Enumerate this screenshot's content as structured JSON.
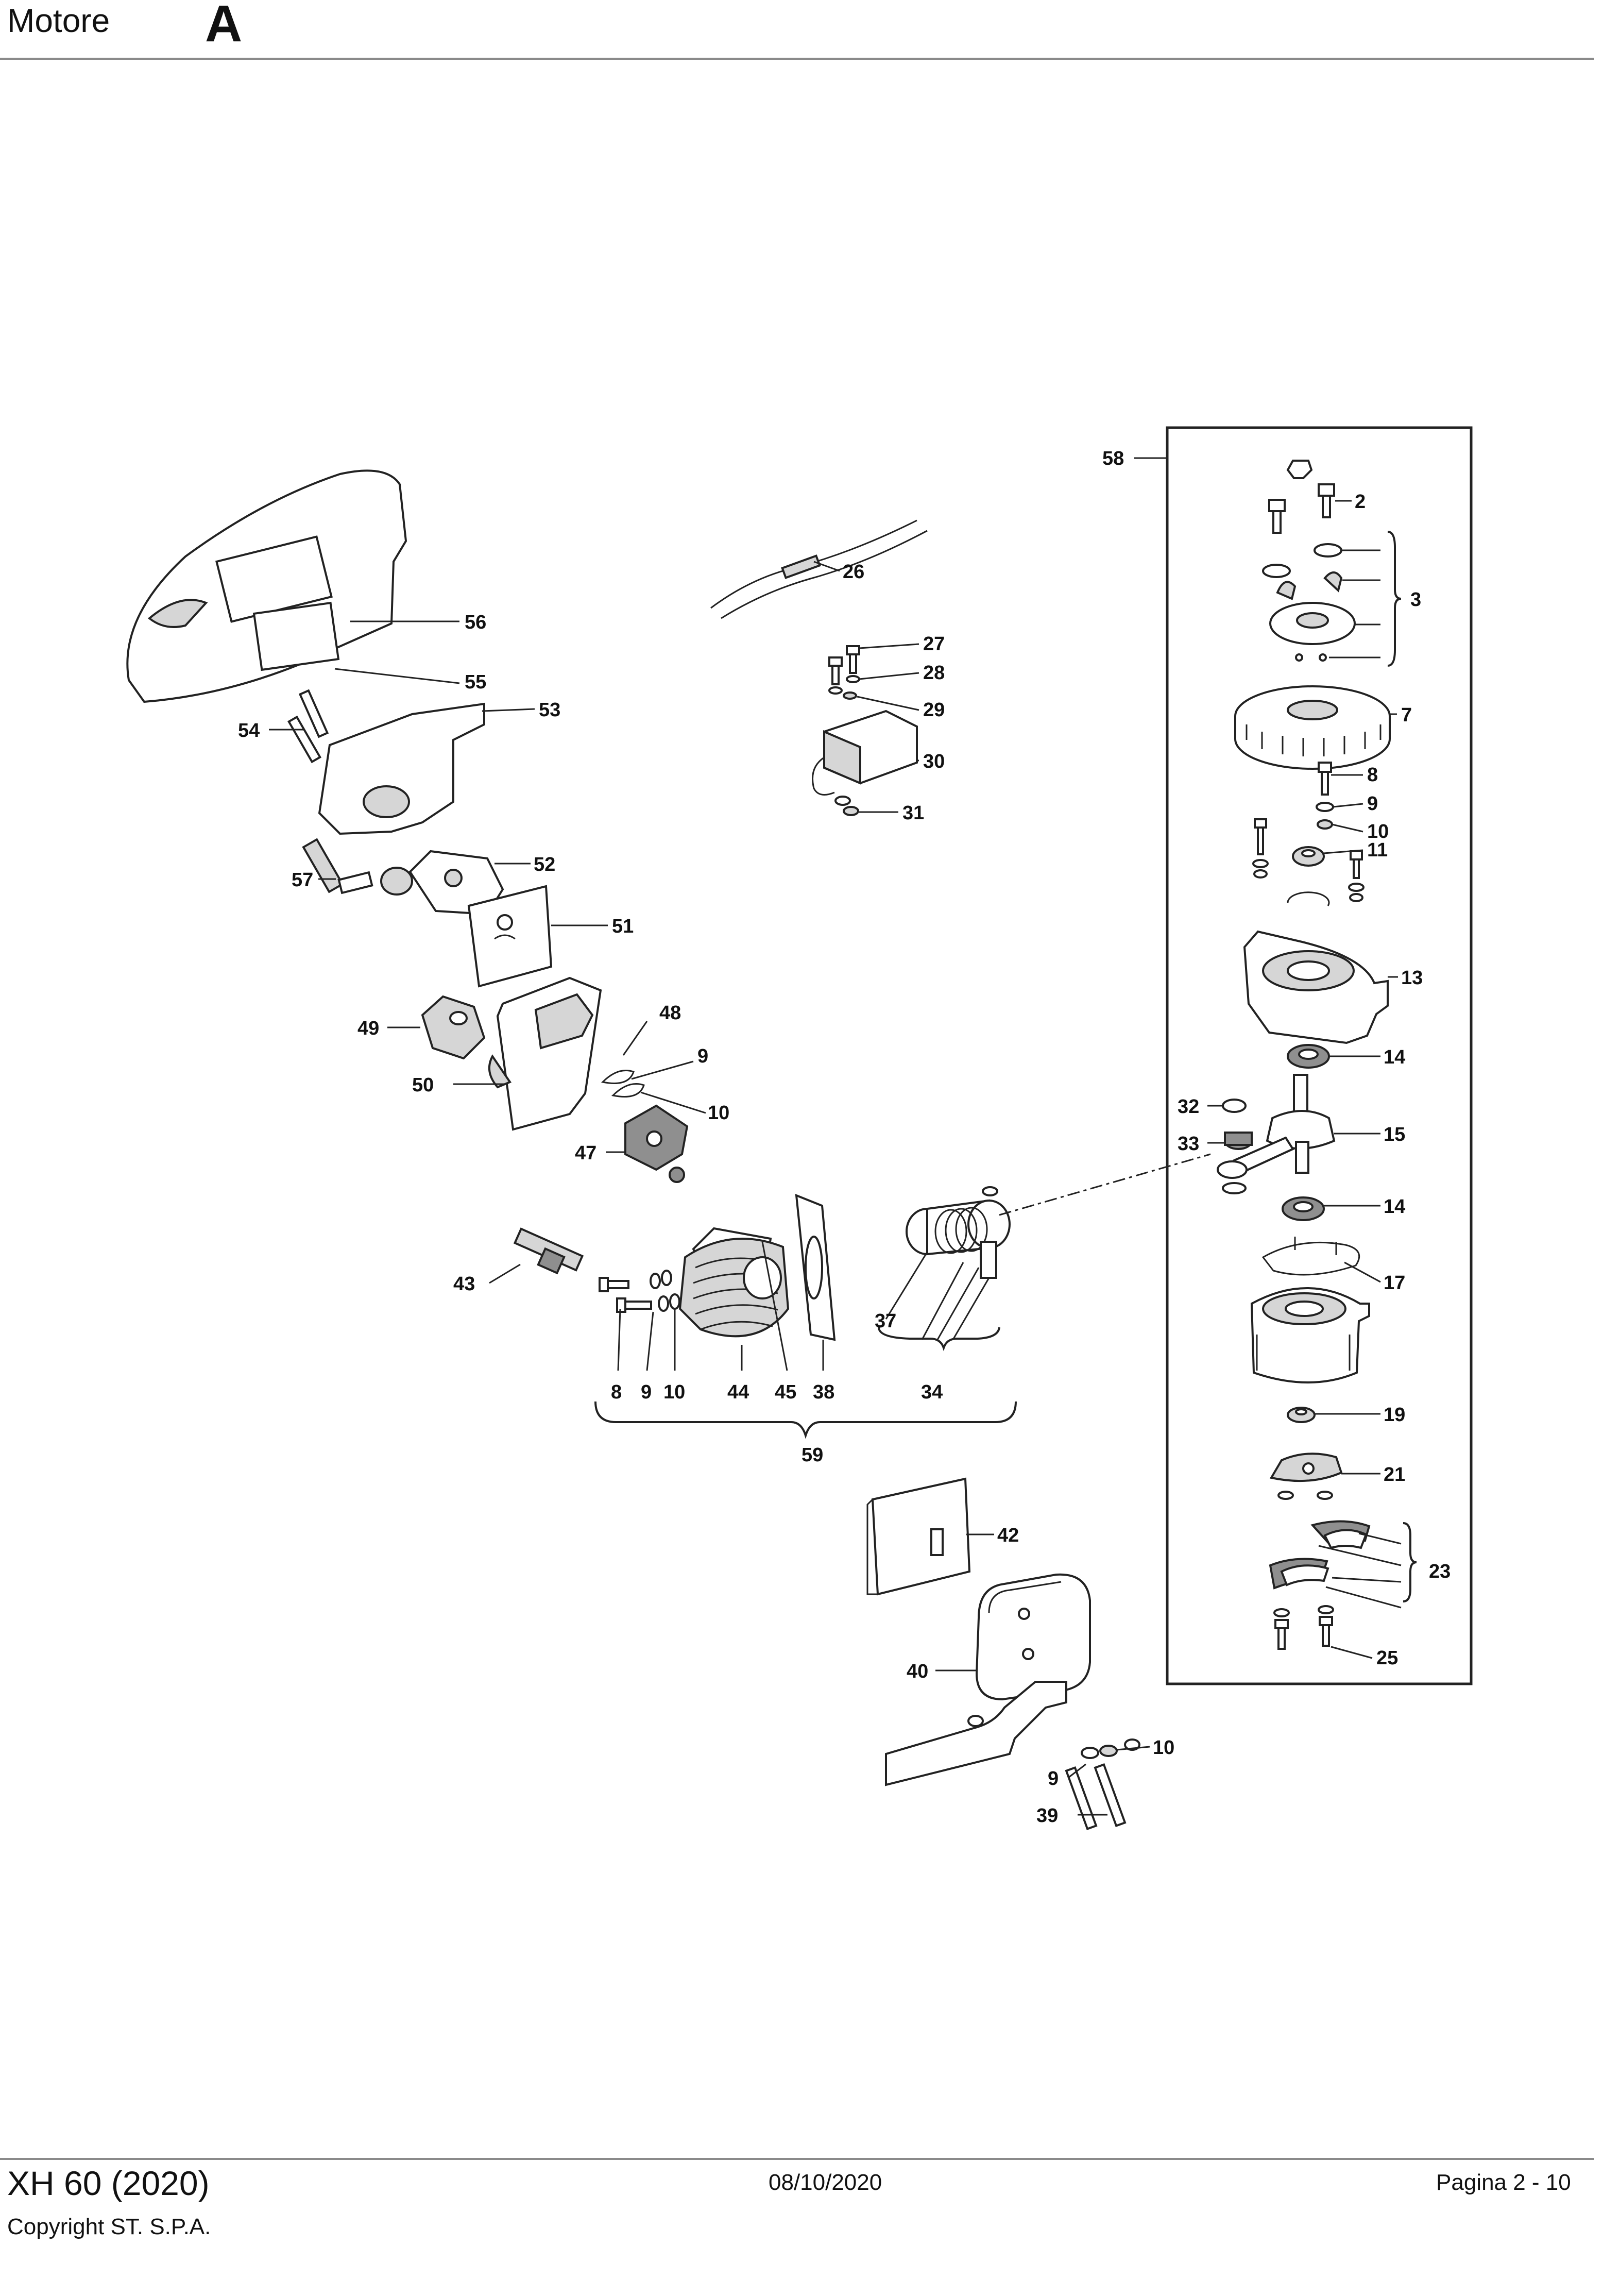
{
  "header": {
    "title": "Motore",
    "section_letter": "A"
  },
  "footer": {
    "model": "XH 60 (2020)",
    "copyright": "Copyright ST. S.P.A.",
    "date": "08/10/2020",
    "page": "Pagina 2 - 10"
  },
  "callouts": {
    "c2": "2",
    "c3": "3",
    "c7": "7",
    "c8": "8",
    "c9": "9",
    "c10": "10",
    "c11": "11",
    "c13": "13",
    "c14": "14",
    "c15": "15",
    "c17": "17",
    "c19": "19",
    "c21": "21",
    "c23": "23",
    "c25": "25",
    "c26": "26",
    "c27": "27",
    "c28": "28",
    "c29": "29",
    "c30": "30",
    "c31": "31",
    "c32": "32",
    "c33": "33",
    "c34": "34",
    "c37": "37",
    "c38": "38",
    "c39": "39",
    "c40": "40",
    "c42": "42",
    "c43": "43",
    "c44": "44",
    "c45": "45",
    "c47": "47",
    "c48": "48",
    "c49": "49",
    "c50": "50",
    "c51": "51",
    "c52": "52",
    "c53": "53",
    "c54": "54",
    "c55": "55",
    "c56": "56",
    "c57": "57",
    "c58": "58",
    "c59": "59"
  }
}
